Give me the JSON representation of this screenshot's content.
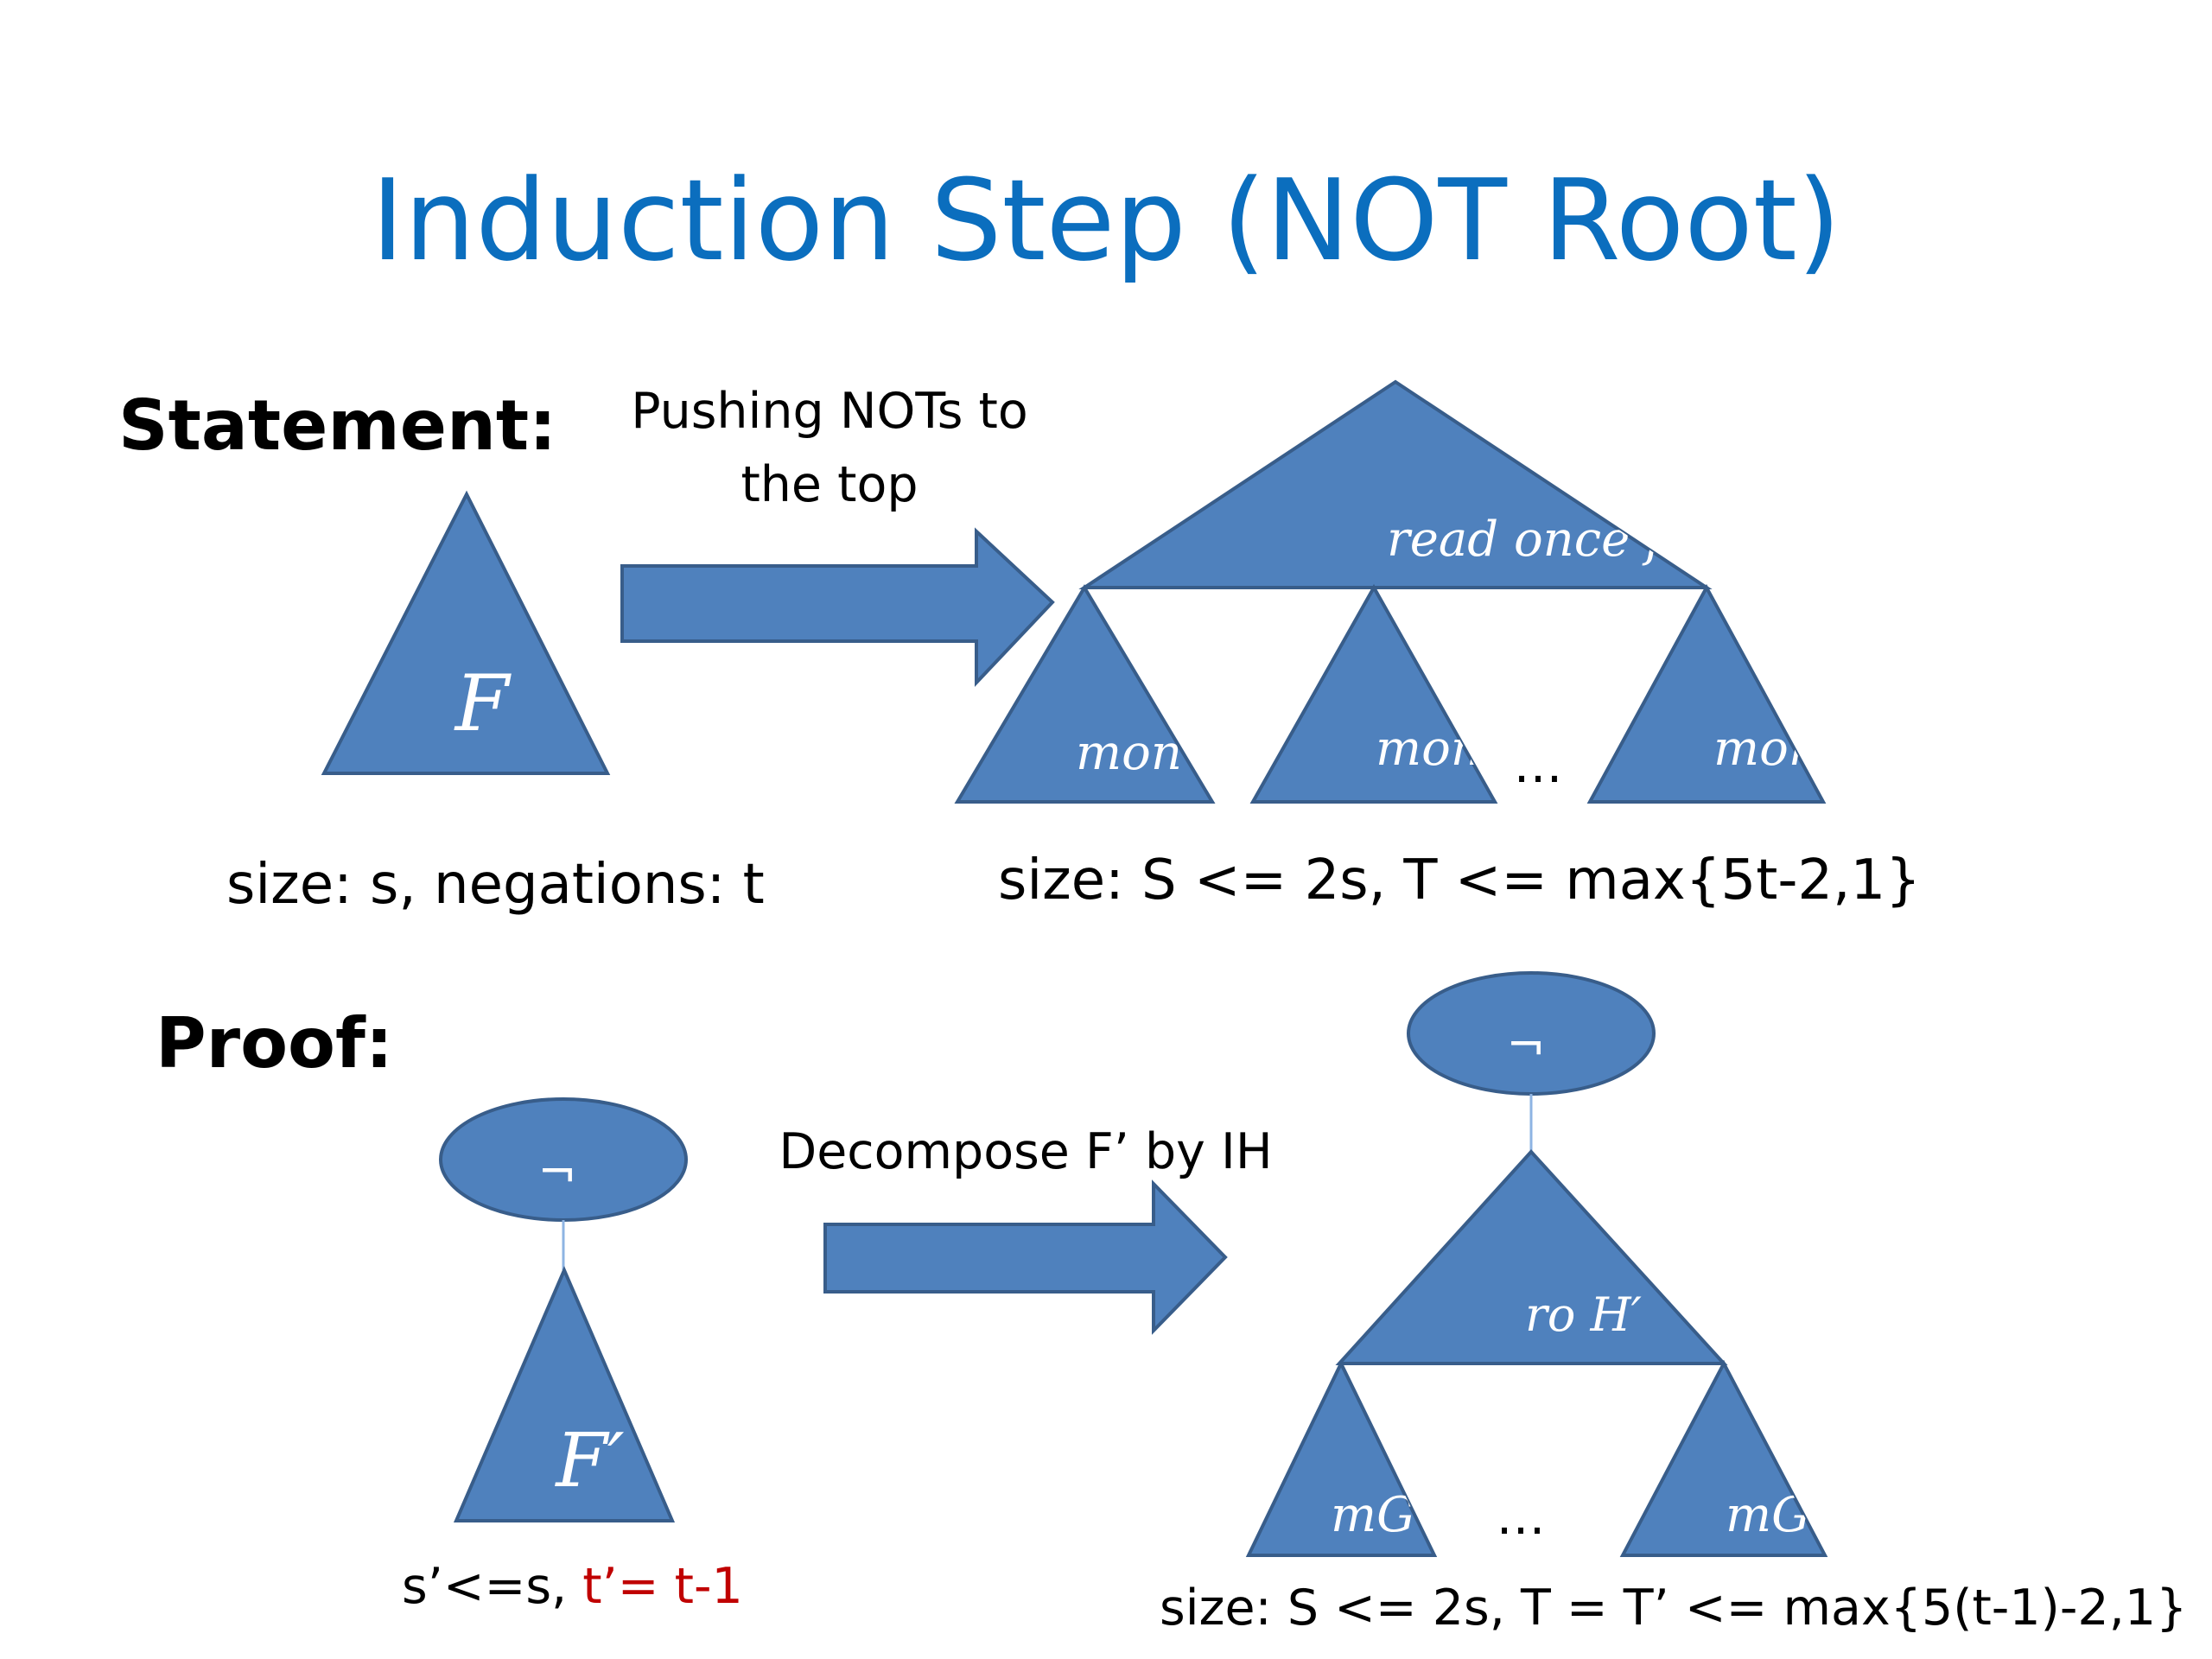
{
  "slide": {
    "title": "Induction Step (NOT Root)",
    "statement": {
      "heading": "Statement:",
      "arrow_label_line1": "Pushing NOTs to",
      "arrow_label_line2": "the top",
      "left_formula": "F",
      "top_tree_label": "read once f",
      "leaf_labels": [
        "mon",
        "mon",
        "mon"
      ],
      "leaf_ellipsis": "…",
      "left_caption": "size: s, negations: t",
      "right_caption": "size: S <= 2s, T <= max{5t-2,1}"
    },
    "proof": {
      "heading": "Proof:",
      "neg_symbol": "¬",
      "left_formula": "F′",
      "arrow_label": "Decompose F’ by IH",
      "top_tree_label": "ro H′",
      "leaf_labels": [
        "mG",
        "mG"
      ],
      "leaf_ellipsis": "…",
      "left_caption_part1": "s’<=s, ",
      "left_caption_part2": "t’= t-1",
      "right_caption": "size: S <= 2s, T = T’ <= max{5(t-1)-2,1}"
    },
    "colors": {
      "title": "#0B6EBE",
      "shape_fill": "#4F81BD",
      "shape_stroke": "#385D8A",
      "highlight": "#C00000"
    }
  }
}
